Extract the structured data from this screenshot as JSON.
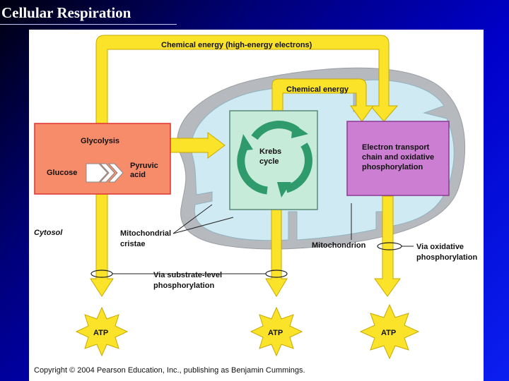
{
  "slide": {
    "title": "Cellular Respiration"
  },
  "diagram": {
    "colors": {
      "arrow": "#fbe32a",
      "glycolysis_box": "#f78c6b",
      "krebs_box": "#c7ebd9",
      "krebs_cycle": "#2f9a6c",
      "etc_box": "#cc7ed2",
      "mitochondrion": "#b6b9bd",
      "matrix": "#cfeaf2",
      "atp_burst": "#fbe32a",
      "background": "#0000c8"
    },
    "labels": {
      "top_arrow": "Chemical energy (high-energy electrons)",
      "mid_arrow": "Chemical energy",
      "glycolysis": "Glycolysis",
      "glucose": "Glucose",
      "pyruvic_line1": "Pyruvic",
      "pyruvic_line2": "acid",
      "krebs_line1": "Krebs",
      "krebs_line2": "cycle",
      "etc_line1": "Electron transport",
      "etc_line2": "chain and oxidative",
      "etc_line3": "phosphorylation",
      "cytosol": "Cytosol",
      "cristae_line1": "Mitochondrial",
      "cristae_line2": "cristae",
      "mitochondrion": "Mitochondrion",
      "substrate_line1": "Via substrate-level",
      "substrate_line2": "phosphorylation",
      "oxidative_line1": "Via oxidative",
      "oxidative_line2": "phosphorylation",
      "atp_1": "ATP",
      "atp_2": "ATP",
      "atp_3": "ATP",
      "copyright": "Copyright © 2004 Pearson Education, Inc., publishing as Benjamin Cummings."
    }
  }
}
